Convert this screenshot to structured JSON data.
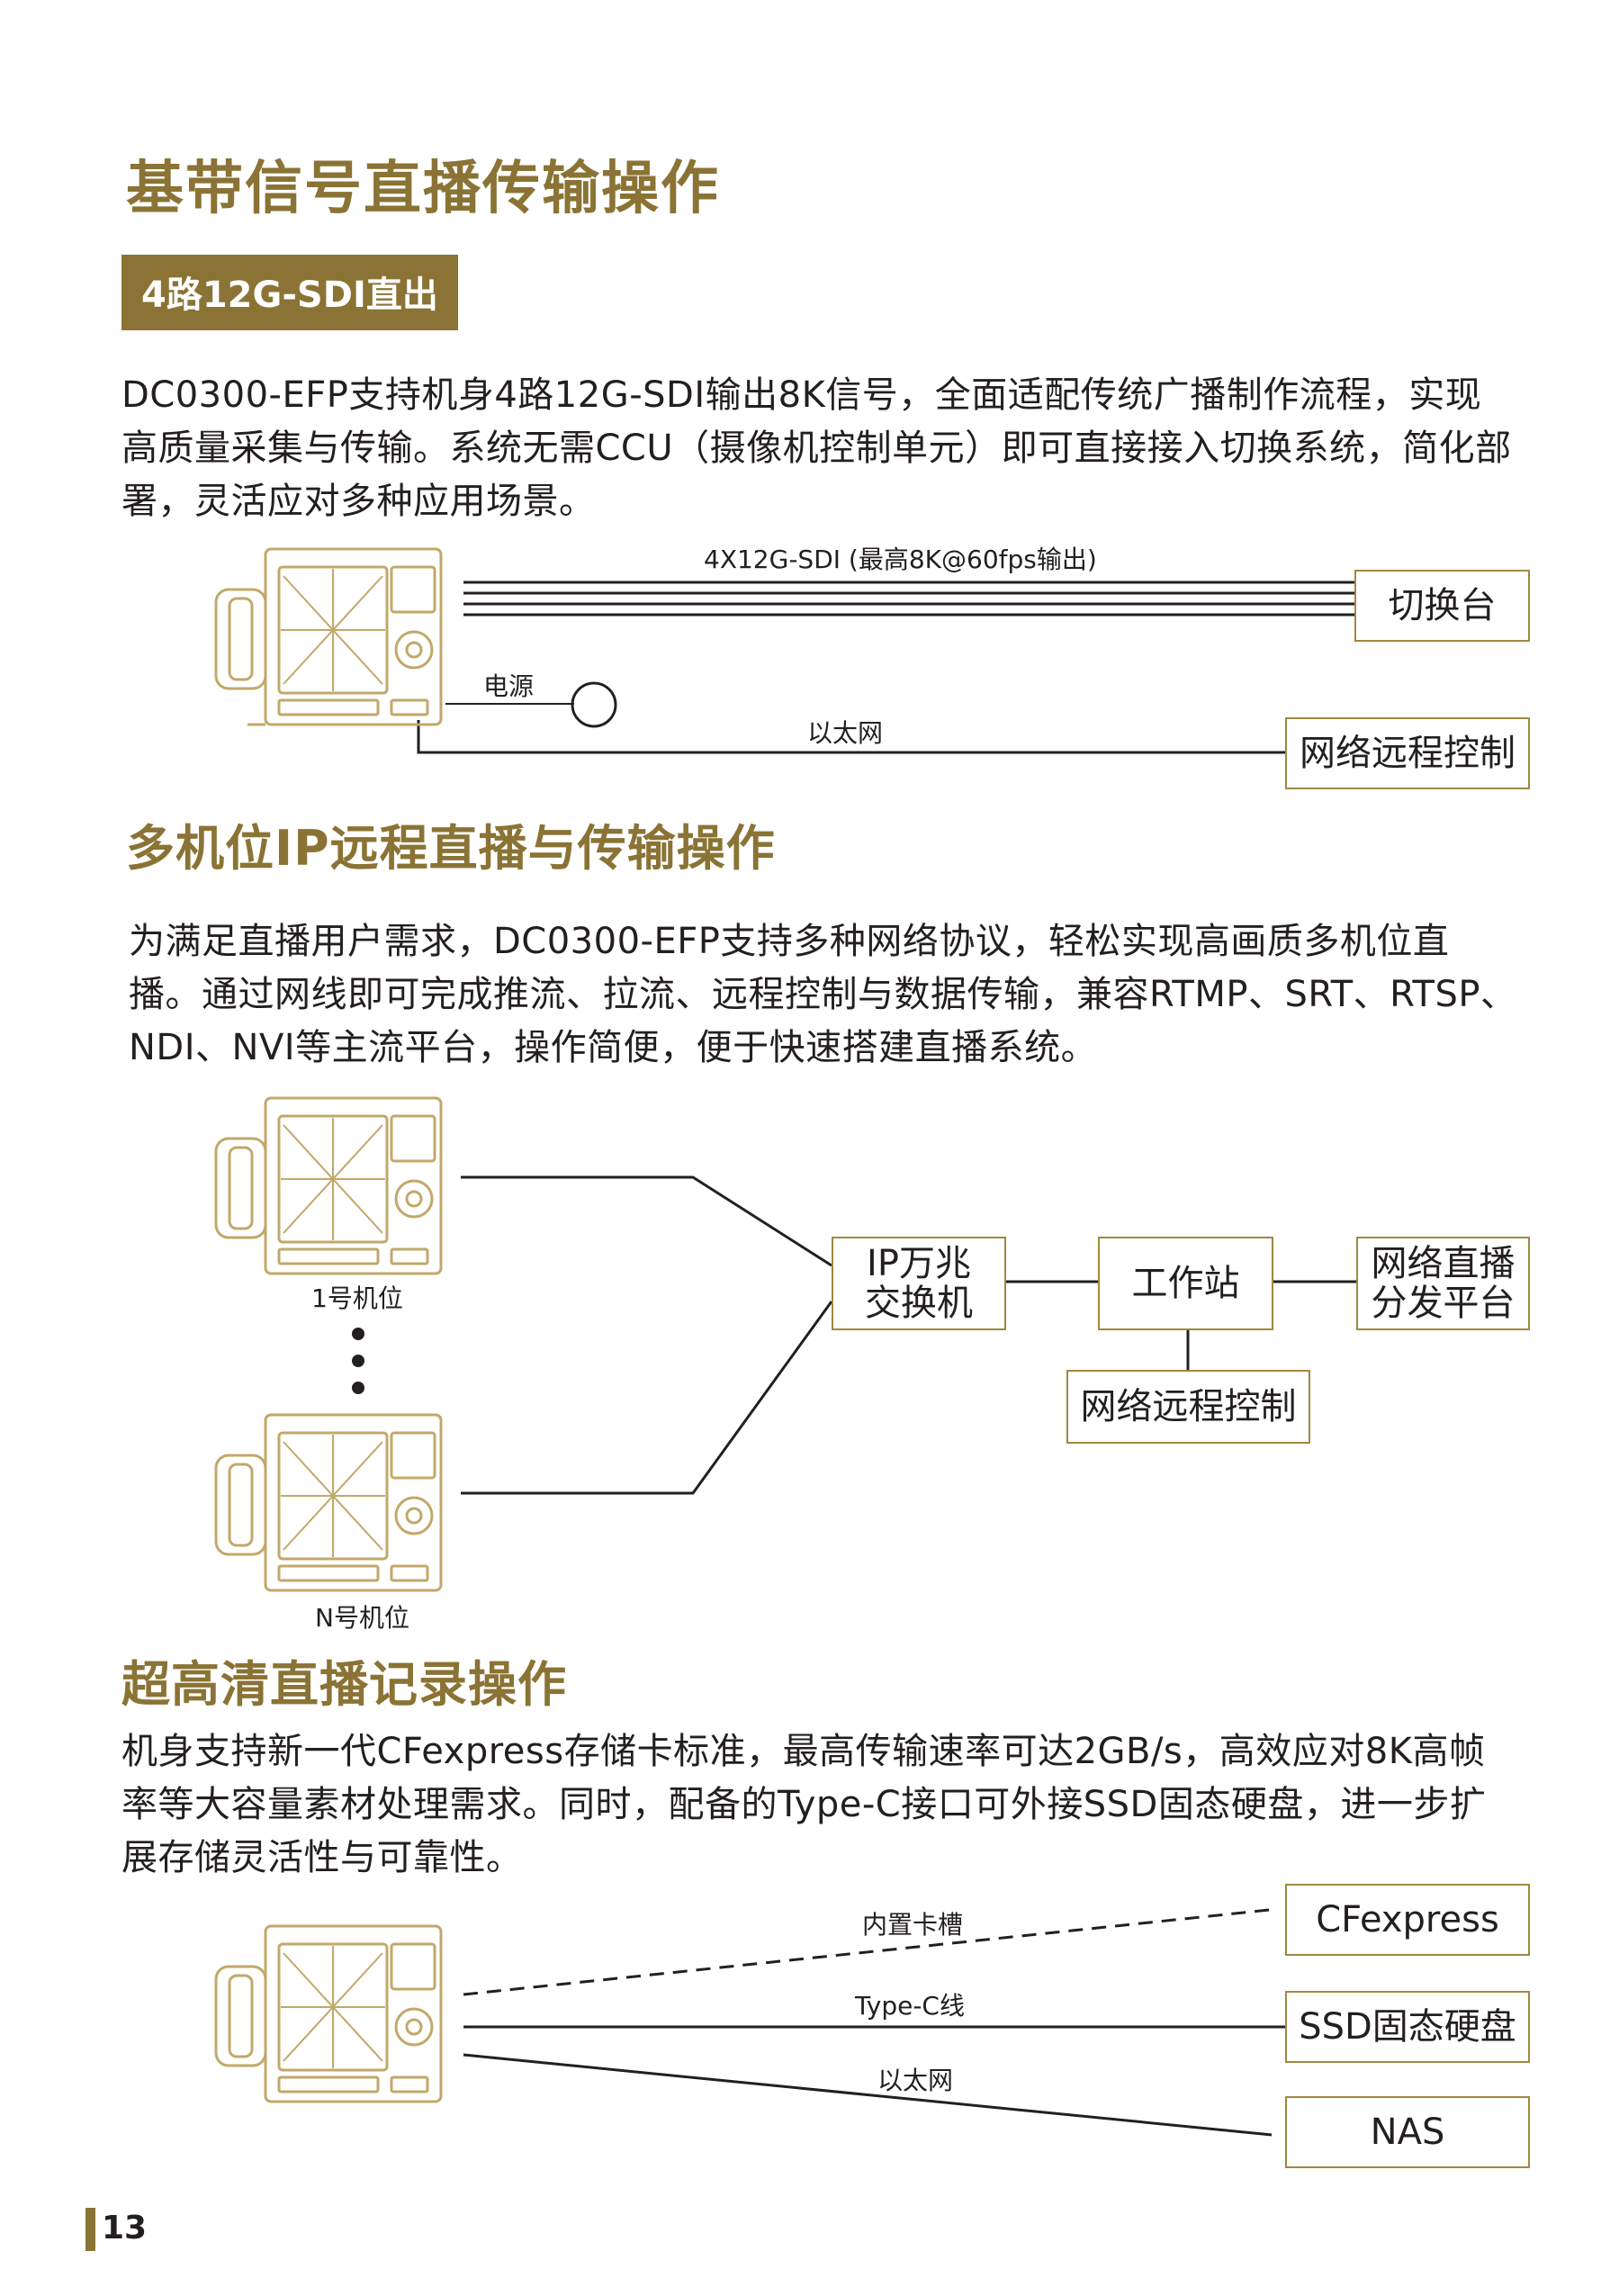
{
  "section1": {
    "title": "基带信号直播传输操作",
    "tag": "4路12G-SDI直出",
    "paragraph": "DC0300-EFP支持机身4路12G-SDI输出8K信号，全面适配传统广播制作流程，实现高质量采集与传输。系统无需CCU（摄像机控制单元）即可直接接入切换系统，简化部署，灵活应对多种应用场景。",
    "diagram": {
      "sdi_label": "4X12G-SDI (最高8K@60fps输出)",
      "power_label": "电源",
      "ethernet_label": "以太网",
      "switcher_box": "切换台",
      "remote_box": "网络远程控制"
    }
  },
  "section2": {
    "title": "多机位IP远程直播与传输操作",
    "paragraph": "为满足直播用户需求，DC0300-EFP支持多种网络协议，轻松实现高画质多机位直播。通过网线即可完成推流、拉流、远程控制与数据传输，兼容RTMP、SRT、RTSP、NDI、NVI等主流平台，操作简便，便于快速搭建直播系统。",
    "diagram": {
      "camera1_label": "1号机位",
      "cameraN_label": "N号机位",
      "switch_box": "IP万兆\n交换机",
      "workstation_box": "工作站",
      "platform_box": "网络直播\n分发平台",
      "remote_box": "网络远程控制"
    }
  },
  "section3": {
    "title": "超高清直播记录操作",
    "paragraph": "机身支持新一代CFexpress存储卡标准，最高传输速率可达2GB/s，高效应对8K高帧率等大容量素材处理需求。同时，配备的Type-C接口可外接SSD固态硬盘，进一步扩展存储灵活性与可靠性。",
    "diagram": {
      "slot_label": "内置卡槽",
      "typec_label": "Type-C线",
      "ethernet_label": "以太网",
      "cfexpress_box": "CFexpress",
      "ssd_box": "SSD固态硬盘",
      "nas_box": "NAS"
    }
  },
  "page_number": "13",
  "colors": {
    "accent": "#8a7334",
    "box_border": "#a0883f",
    "camera": "#c2a86a",
    "line": "#231f20"
  }
}
